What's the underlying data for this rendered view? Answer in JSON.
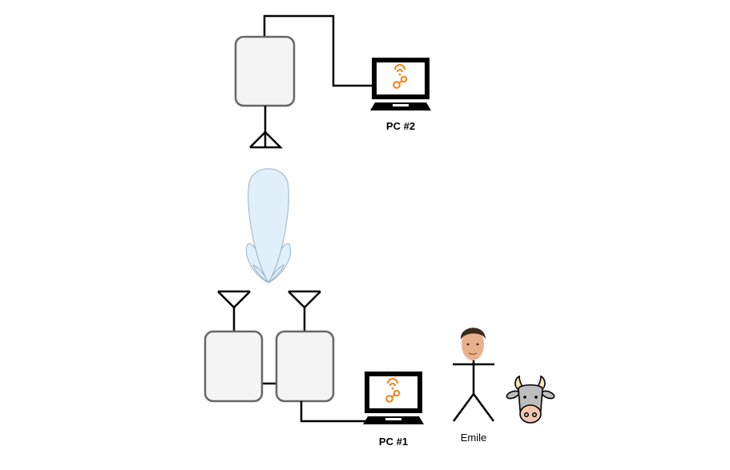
{
  "labels": {
    "pc1": "PC #1",
    "pc2": "PC #2",
    "person": "Emile"
  },
  "colors": {
    "device_fill": "#f4f4f4",
    "device_stroke": "#666666",
    "beam_fill": "#dff0fb",
    "beam_stroke": "#9ab3c7",
    "logo_orange": "#f08a24",
    "cow_body": "#bdbdbd",
    "cow_muzzle": "#f4c6b0",
    "cow_horn": "#f3e8b0"
  },
  "icons": [
    "antenna-icon",
    "laptop-icon",
    "wireless-logo-icon",
    "beam-pattern-icon",
    "person-icon",
    "cow-icon"
  ]
}
